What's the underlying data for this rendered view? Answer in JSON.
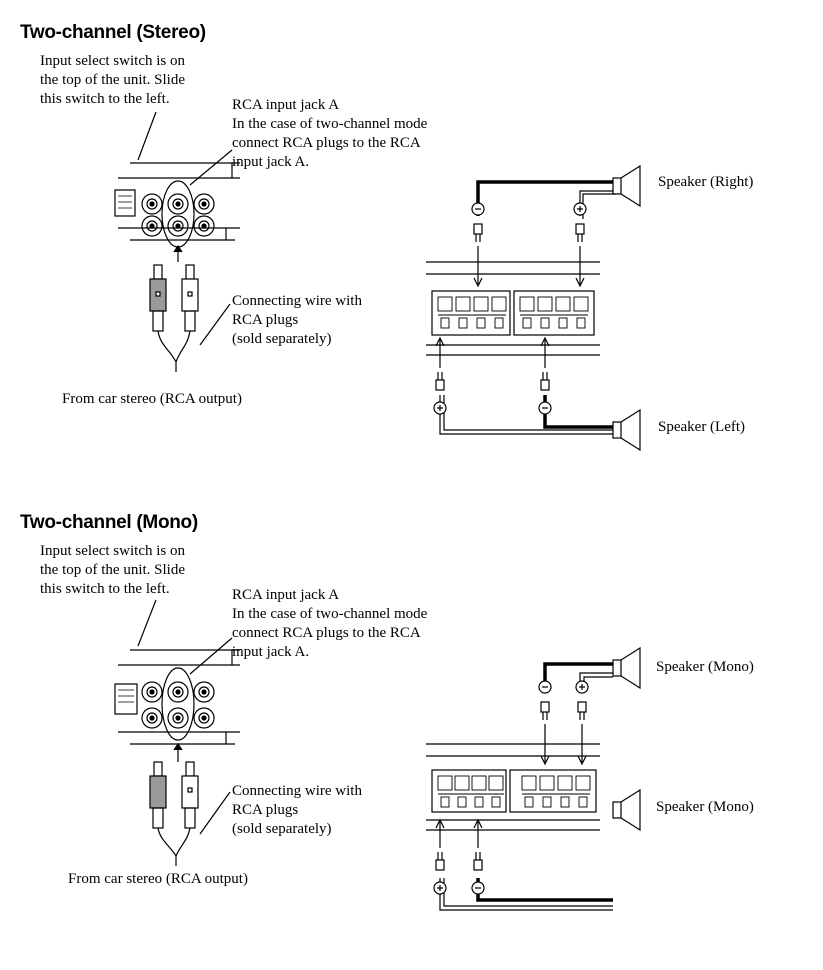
{
  "sections": [
    {
      "title": "Two-channel (Stereo)",
      "switch_note": [
        "Input select switch is on",
        "the top of the unit. Slide",
        "this switch to the left."
      ],
      "jack_note": [
        "RCA input jack A",
        "In the case of two-channel mode",
        "connect RCA plugs to the RCA",
        "input jack A."
      ],
      "wire_note": [
        "Connecting wire with",
        "RCA plugs",
        "(sold separately)"
      ],
      "source_note": "From car stereo (RCA output)",
      "speaker_upper": "Speaker (Right)",
      "speaker_lower": "Speaker (Left)",
      "upper_wire_signs": [
        "−",
        "+"
      ],
      "lower_wire_signs": [
        "+",
        "−"
      ]
    },
    {
      "title": "Two-channel (Mono)",
      "switch_note": [
        "Input select switch is on",
        "the top of the unit. Slide",
        "this switch to the left."
      ],
      "jack_note": [
        "RCA input jack A",
        "In the case of two-channel mode",
        "connect RCA plugs to the RCA",
        "input jack A."
      ],
      "wire_note": [
        "Connecting wire with",
        "RCA plugs",
        "(sold separately)"
      ],
      "source_note": "From car stereo (RCA output)",
      "speaker_upper": "Speaker (Mono)",
      "speaker_lower": "Speaker (Mono)",
      "upper_wire_signs": [
        "−",
        "+"
      ],
      "lower_wire_signs": [
        "+",
        "−"
      ]
    }
  ],
  "colors": {
    "ink": "#000000",
    "plug_gray": "#9a9a9a",
    "background": "#ffffff"
  }
}
